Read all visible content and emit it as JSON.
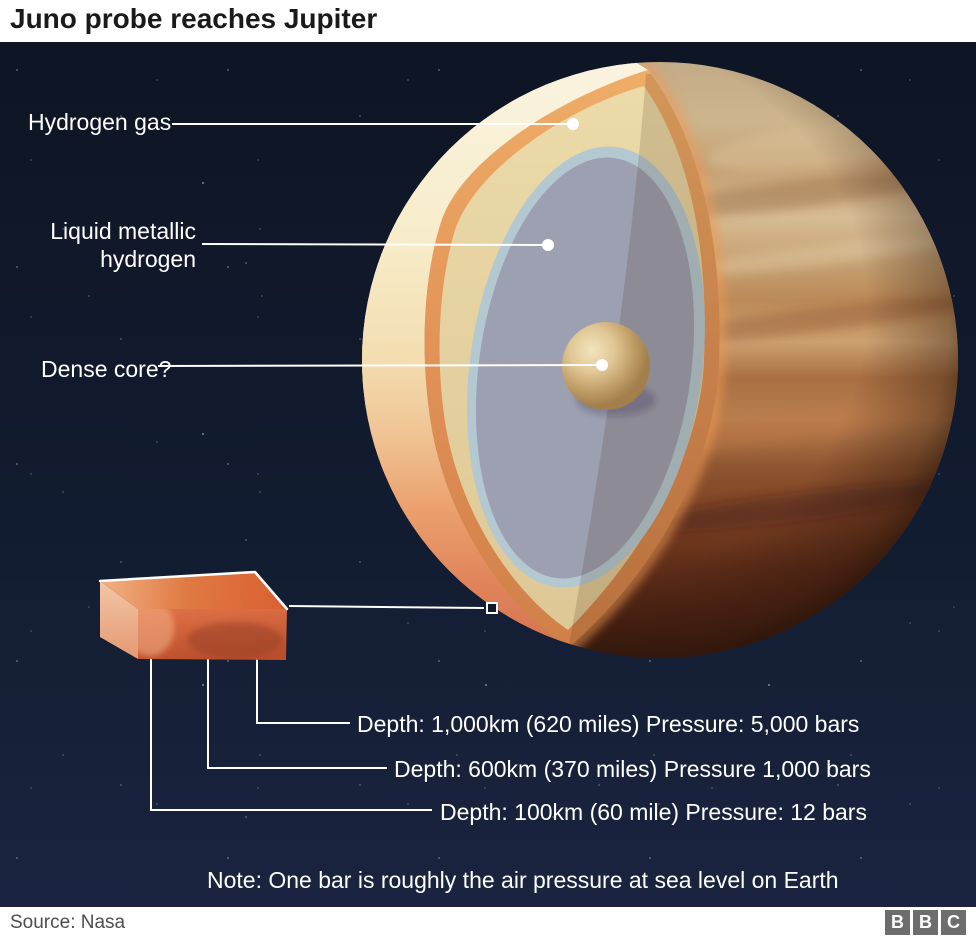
{
  "header": {
    "title": "Juno probe reaches Jupiter"
  },
  "diagram": {
    "layer_labels": {
      "hydrogen_gas": "Hydrogen gas",
      "liquid_metallic_line1": "Liquid metallic",
      "liquid_metallic_line2": "hydrogen",
      "dense_core": "Dense core?"
    },
    "depth_labels": [
      "Depth: 1,000km (620 miles) Pressure: 5,000 bars",
      "Depth: 600km (370 miles) Pressure 1,000 bars",
      "Depth: 100km (60 mile) Pressure: 12 bars"
    ],
    "note": "Note: One bar is roughly the air pressure at sea level on Earth"
  },
  "footer": {
    "source": "Source: Nasa",
    "logo_letters": [
      "B",
      "B",
      "C"
    ]
  },
  "colors": {
    "space_background": "#111a2b",
    "header_background": "#ffffff",
    "title_text": "#1a1a1a",
    "label_text": "#ffffff",
    "rim_orange": "#e9975a",
    "hydrogen_layer_tan": "#e5cf9d",
    "metallic_layer_gray": "#9da0b1",
    "transition_ring_blue": "#b3c8d1",
    "core_tan": "#cfae7d",
    "sample_block_orange": "#d2603a",
    "source_text": "#4d4d4d",
    "bbc_block_gray": "#6d6d6d"
  }
}
